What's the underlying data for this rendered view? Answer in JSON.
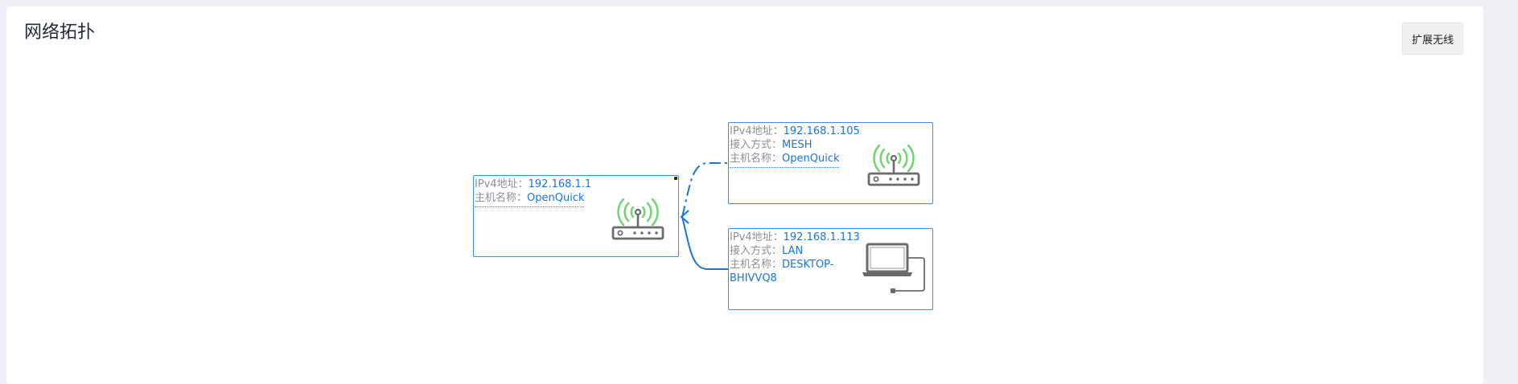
{
  "page": {
    "title": "网络拓扑"
  },
  "toolbar": {
    "extend_label": "扩展无线"
  },
  "labels": {
    "ipv4": "IPv4地址：",
    "access": "接入方式：",
    "hostname": "主机名称："
  },
  "nodes": {
    "root": {
      "ip": "192.168.1.1",
      "hostname": "OpenQuick",
      "icon": "router-icon"
    },
    "mesh": {
      "ip": "192.168.1.105",
      "access": "MESH",
      "hostname": "OpenQuick",
      "icon": "router-icon"
    },
    "lan": {
      "ip": "192.168.1.113",
      "access": "LAN",
      "hostname": "DESKTOP-BHIVVQ8",
      "icon": "laptop-icon"
    }
  },
  "colors": {
    "accent": "#1a75d6",
    "border": "#3b8ee8",
    "wifi": "#6dd46b",
    "device": "#6b6b6b"
  }
}
